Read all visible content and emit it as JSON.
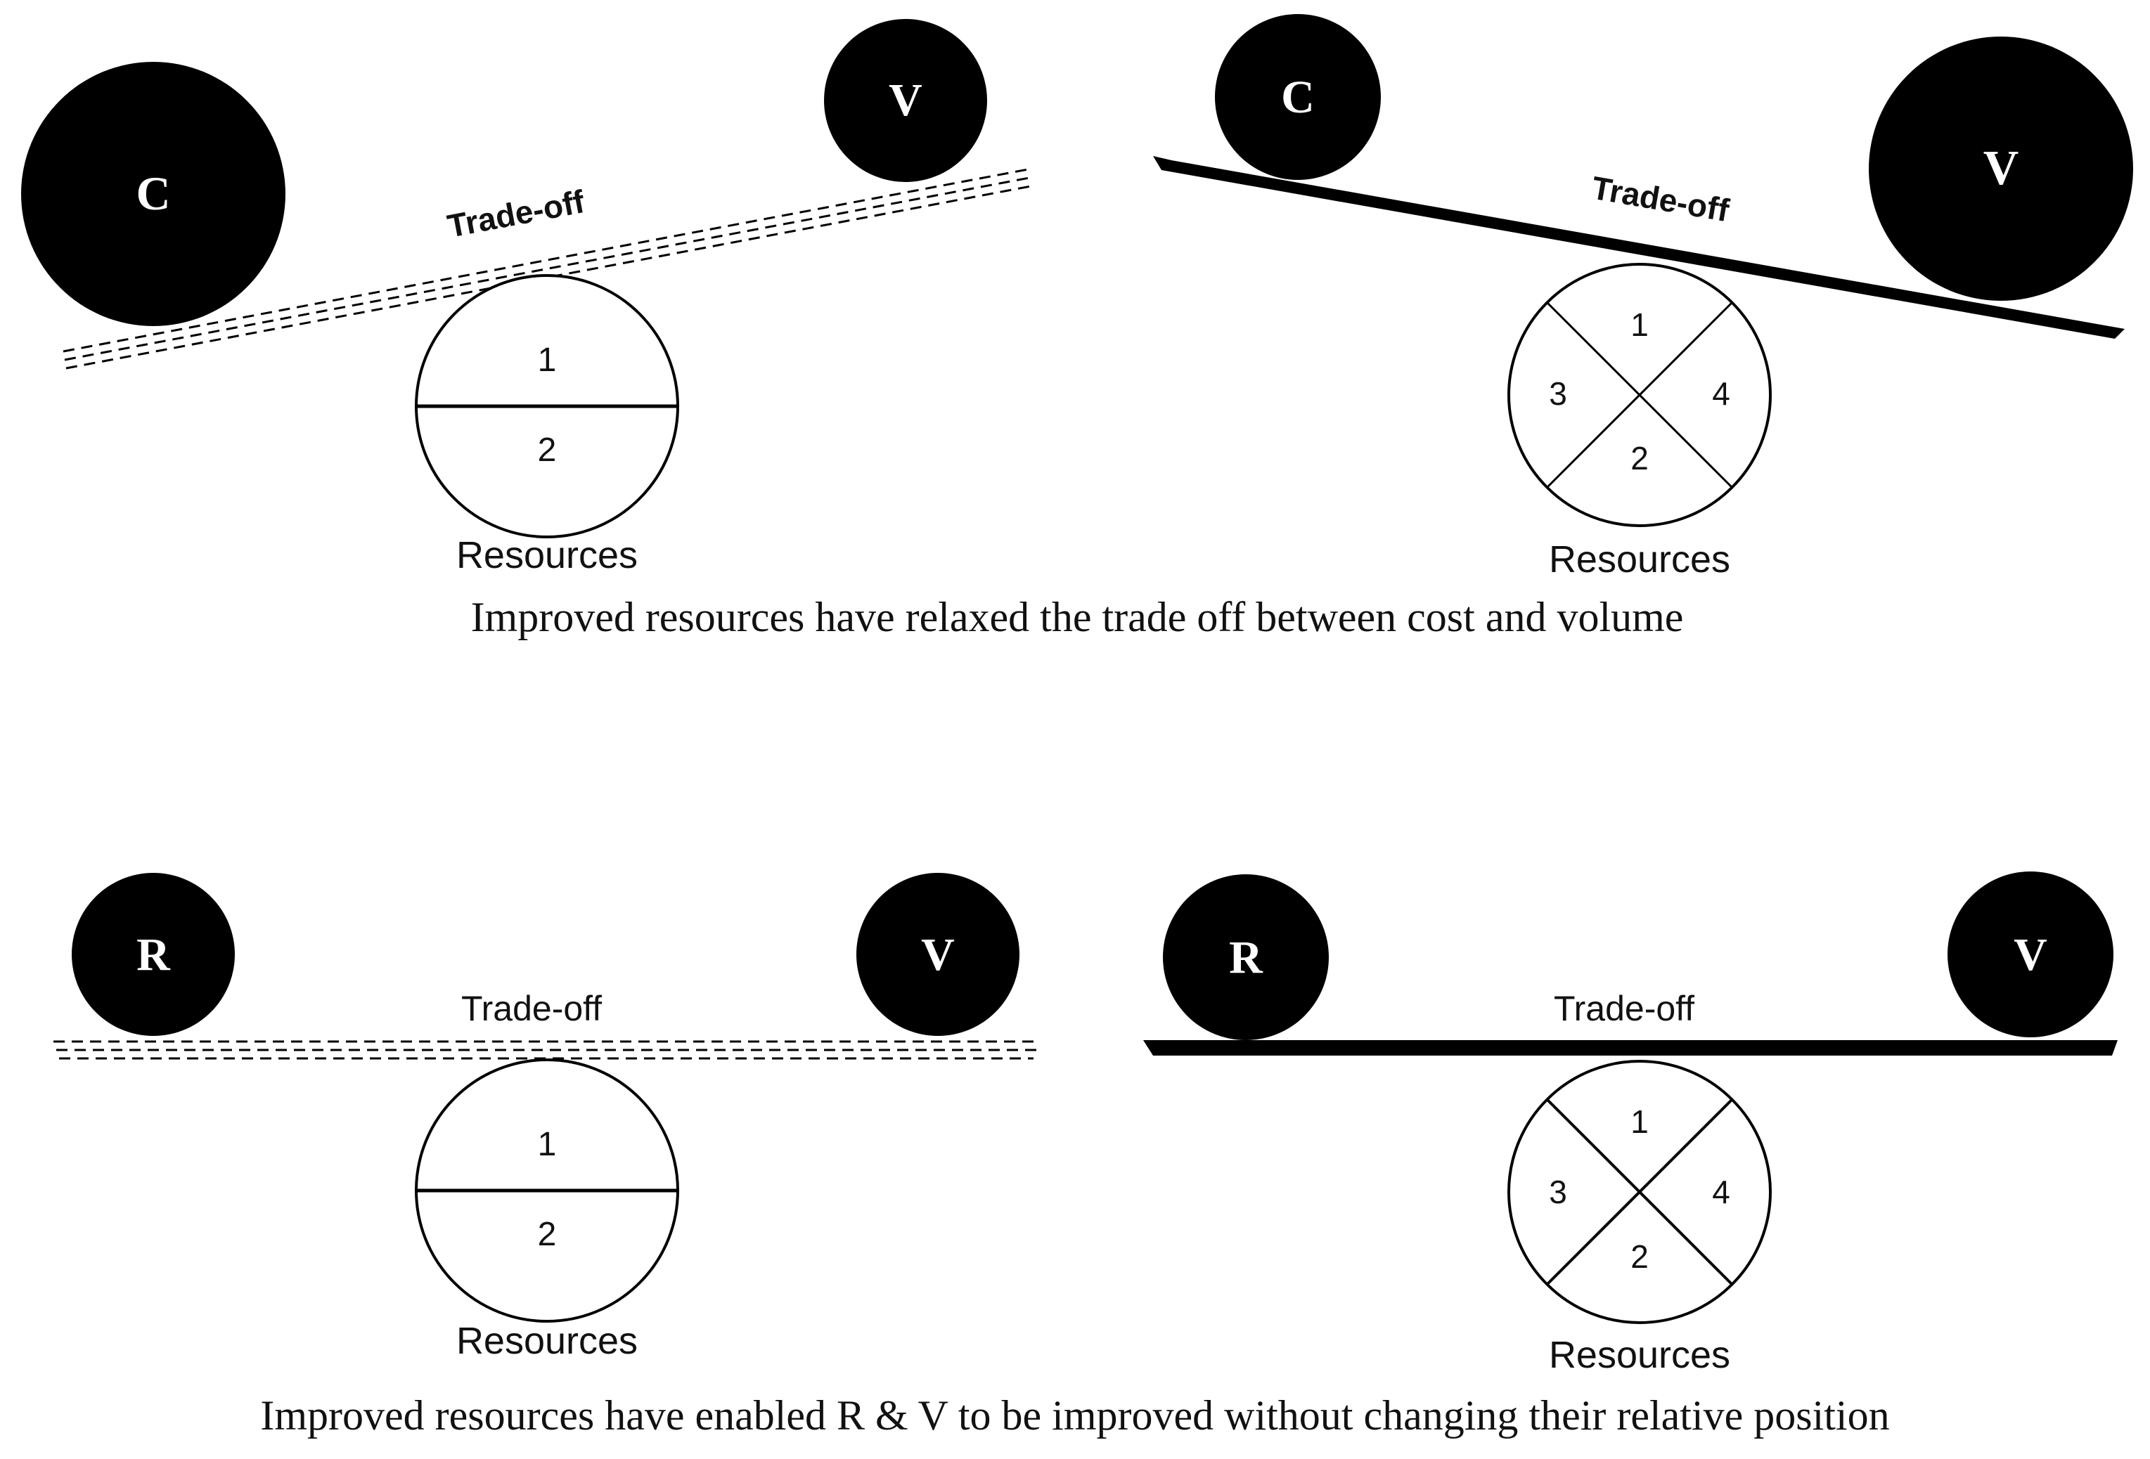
{
  "colors": {
    "ink": "#000000",
    "paper": "#ffffff",
    "text": "#111111"
  },
  "panels": [
    {
      "left_ball": "C",
      "right_ball": "V",
      "beam_label": "Trade-off",
      "segments": [
        "1",
        "2"
      ],
      "base_label": "Resources"
    },
    {
      "left_ball": "C",
      "right_ball": "V",
      "beam_label": "Trade-off",
      "segments": [
        "1",
        "2",
        "3",
        "4"
      ],
      "base_label": "Resources"
    },
    {
      "left_ball": "R",
      "right_ball": "V",
      "beam_label": "Trade-off",
      "segments": [
        "1",
        "2"
      ],
      "base_label": "Resources"
    },
    {
      "left_ball": "R",
      "right_ball": "V",
      "beam_label": "Trade-off",
      "segments": [
        "1",
        "2",
        "3",
        "4"
      ],
      "base_label": "Resources"
    }
  ],
  "captions": {
    "top": "Improved resources have relaxed the trade off between cost and volume",
    "bottom": "Improved resources have enabled R & V to be improved without changing their relative position"
  }
}
